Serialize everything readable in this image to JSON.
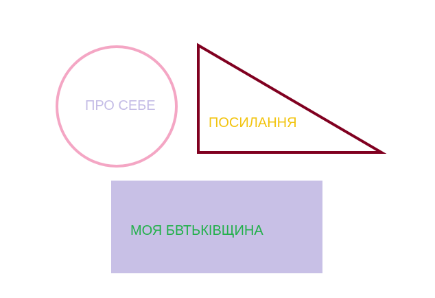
{
  "shapes": {
    "circle": {
      "label": "ПРО СЕБЕ",
      "stroke_color": "#f4a6c4",
      "label_color": "#c4bce6"
    },
    "triangle": {
      "label": "ПОСИЛАННЯ",
      "stroke_color": "#800020",
      "label_color": "#f2c40f"
    },
    "rectangle": {
      "label": "МОЯ БВТЬКІВЩИНА",
      "fill_color": "#c8c0e6",
      "label_color": "#22b04a"
    }
  }
}
